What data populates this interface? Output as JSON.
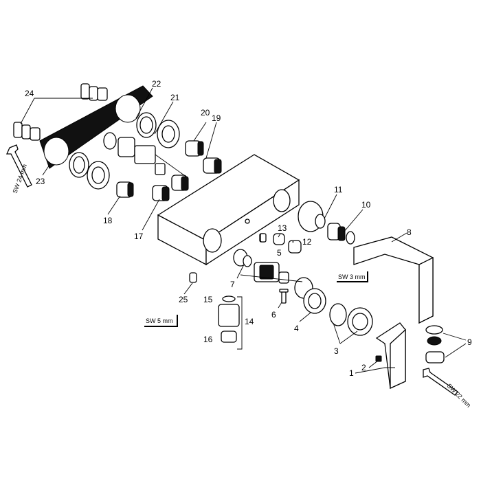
{
  "callouts": {
    "c1": "1",
    "c2": "2",
    "c3": "3",
    "c4": "4",
    "c5": "5",
    "c6": "6",
    "c7": "7",
    "c8": "8",
    "c9": "9",
    "c10": "10",
    "c11": "11",
    "c12": "12",
    "c13": "13",
    "c14": "14",
    "c15": "15",
    "c16": "16",
    "c17": "17",
    "c18": "18",
    "c19": "19",
    "c20": "20",
    "c21": "21",
    "c22": "22",
    "c23": "23",
    "c24": "24",
    "c25": "25"
  },
  "tools": {
    "sw24": "SW 24 mm",
    "sw3": "SW 3 mm",
    "sw5": "SW 5 mm",
    "sw22": "SW 22 mm"
  }
}
